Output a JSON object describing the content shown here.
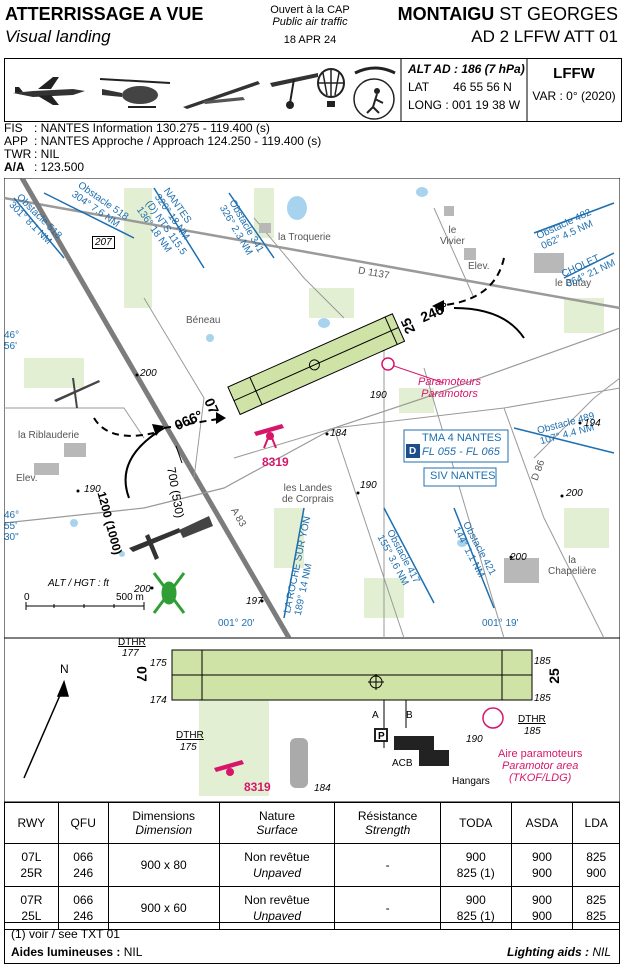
{
  "header": {
    "title_fr": "ATTERRISSAGE A VUE",
    "title_en": "Visual landing",
    "open_fr": "Ouvert à la CAP",
    "open_en": "Public air traffic",
    "date": "18 APR 24",
    "aerodrome_bold": "MONTAIGU",
    "aerodrome_rest": " ST GEORGES",
    "chart_id": "AD 2 LFFW ATT 01"
  },
  "info_box": {
    "alt": "ALT AD : 186 (7 hPa)",
    "lat_label": "LAT",
    "lat": "46 55 56 N",
    "long_label": "LONG",
    "long": ": 001 19 38 W",
    "icao": "LFFW",
    "var": "VAR : 0° (2020)"
  },
  "freqs": [
    {
      "label": "FIS",
      "value": ": NANTES Information  130.275 - 119.400 (s)"
    },
    {
      "label": "APP",
      "value": ": NANTES Approche / Approach  124.250 - 119.400 (s)"
    },
    {
      "label": "TWR",
      "value": ": NIL"
    },
    {
      "label": "A/A",
      "value": ": 123.500"
    }
  ],
  "map": {
    "coords": {
      "lat1": "46°",
      "lat1b": "56'",
      "lat2": "46°",
      "lat2b": "55'",
      "lat2c": "30\"",
      "lon1": "001° 20'",
      "lon2": "001° 19'"
    },
    "places": {
      "troquerie": "la Troquerie",
      "vivier1": "le",
      "vivier2": "Vivier",
      "butay": "le Butay",
      "beneau": "Béneau",
      "riblauderie": "la Riblauderie",
      "landes1": "les Landes",
      "landes2": "de Corprais",
      "chap1": "la",
      "chap2": "Chapelière",
      "elev": "Elev."
    },
    "roads": {
      "d1137": "D 1137",
      "a83": "A 83",
      "d86": "D 86"
    },
    "obstacles": {
      "o1a": "Obstacle 518",
      "o1b": "301° 8.1 NM",
      "o2a": "Obstacle 518",
      "o2b": "304° 7.6 NM",
      "o3a": "NANTES",
      "o3b": "320° 18 NM",
      "o4a": "(D) NTS 115.5",
      "o4b": "136° 18 NM",
      "o5a": "Obstacle 341",
      "o5b": "326° 2.3 NM",
      "o6a": "Obstacle 482",
      "o6b": "062° 4.5 NM",
      "o7a": "CHOLET",
      "o7b": "064° 21 NM",
      "o8a": "Obstacle 489",
      "o8b": "107° 4.4 NM",
      "o9a": "LA ROCHE SUR YON",
      "o9b": "189° 14 NM",
      "o10a": "Obstacle 417",
      "o10b": "155° 3.6 NM",
      "o11a": "Obstacle 421",
      "o11b": "144° 1.1 NM"
    },
    "spot_heights": [
      "207",
      "200",
      "190",
      "184",
      "190",
      "194",
      "200",
      "200",
      "190",
      "200",
      "197"
    ],
    "circuit": {
      "alt": "1200",
      "hgt": "(1000)",
      "alt2": "700",
      "hgt2": "(530)",
      "qfu1": "066°",
      "qfu2": "246°",
      "rwy07": "07",
      "rwy25": "25"
    },
    "paramotors_fr": "Paramoteurs",
    "paramotors_en": "Paramotors",
    "tma": "TMA 4 NANTES",
    "tma_fl": "FL 055 - FL 065",
    "siv": "SIV NANTES",
    "tma_letter": "D",
    "ulm_num": "8319",
    "scale_title": "ALT / HGT : ft",
    "scale_0": "0",
    "scale_500": "500 m",
    "north": "N"
  },
  "detail": {
    "dthr1": "DTHR",
    "dthr1v": "177",
    "v175": "175",
    "v174": "174",
    "dthr2": "DTHR",
    "dthr2v": "175",
    "v185a": "185",
    "v185b": "185",
    "dthr3": "DTHR",
    "dthr3v": "185",
    "rwy07": "07",
    "rwy25": "25",
    "a": "A",
    "b": "B",
    "p": "P",
    "acb": "ACB",
    "hangars": "Hangars",
    "v190": "190",
    "v184": "184",
    "ulm": "8319",
    "param_fr": "Aire paramoteurs",
    "param_en": "Paramotor area",
    "param_en2": "(TKOF/LDG)"
  },
  "table": {
    "headers": [
      {
        "fr": "RWY",
        "en": ""
      },
      {
        "fr": "QFU",
        "en": ""
      },
      {
        "fr": "Dimensions",
        "en": "Dimension"
      },
      {
        "fr": "Nature",
        "en": "Surface"
      },
      {
        "fr": "Résistance",
        "en": "Strength"
      },
      {
        "fr": "TODA",
        "en": ""
      },
      {
        "fr": "ASDA",
        "en": ""
      },
      {
        "fr": "LDA",
        "en": ""
      }
    ],
    "rows": [
      {
        "rwy1": "07L",
        "rwy2": "25R",
        "qfu1": "066",
        "qfu2": "246",
        "dim": "900 x 80",
        "nat_fr": "Non revêtue",
        "nat_en": "Unpaved",
        "res": "-",
        "toda1": "900",
        "toda2": "825 (1)",
        "asda1": "900",
        "asda2": "900",
        "lda1": "825",
        "lda2": "900"
      },
      {
        "rwy1": "07R",
        "rwy2": "25L",
        "qfu1": "066",
        "qfu2": "246",
        "dim": "900 x 60",
        "nat_fr": "Non revêtue",
        "nat_en": "Unpaved",
        "res": "-",
        "toda1": "900",
        "toda2": "825 (1)",
        "asda1": "900",
        "asda2": "900",
        "lda1": "825",
        "lda2": "825"
      }
    ]
  },
  "footer": {
    "note": "(1) voir / see TXT 01",
    "aides_fr": "Aides lumineuses :",
    "aides_fr_v": " NIL",
    "aides_en": "Lighting aids :",
    "aides_en_v": " NIL"
  },
  "colors": {
    "runway": "#cfe3a6",
    "blue": "#1e6fb0",
    "magenta": "#d6166b",
    "green_area": "#e3efd2",
    "water": "#a8d3ee",
    "ulm_green": "#2e9e35"
  }
}
